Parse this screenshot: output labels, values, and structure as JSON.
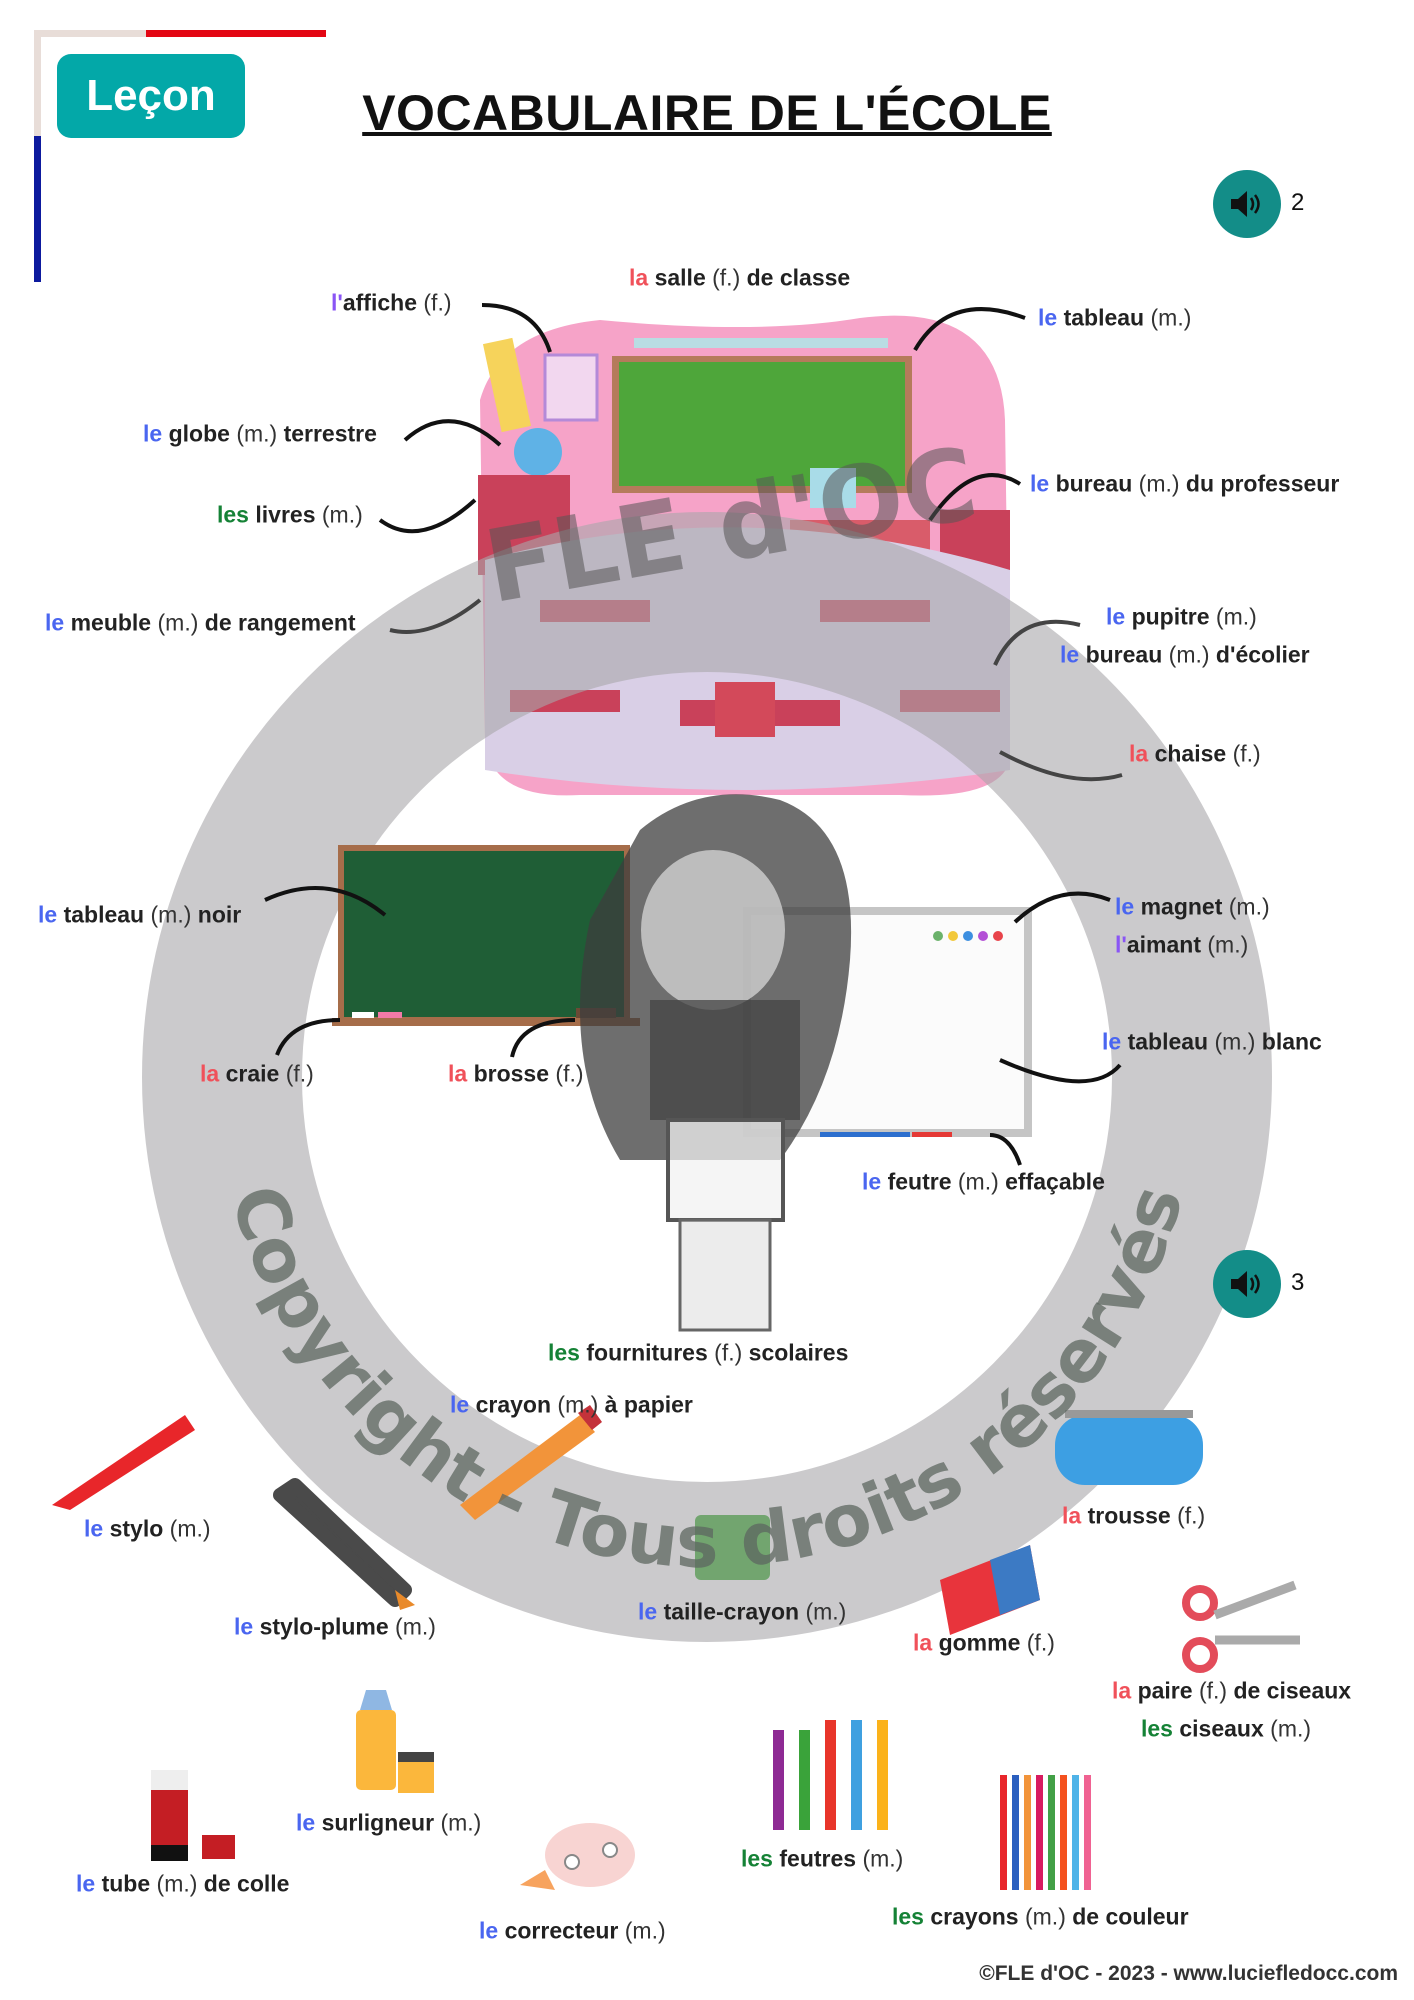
{
  "header": {
    "badge": "Leçon",
    "title": "VOCABULAIRE DE L'ÉCOLE"
  },
  "audio": [
    {
      "icon": "speaker-icon",
      "number": "2"
    },
    {
      "icon": "speaker-icon",
      "number": "3"
    }
  ],
  "colors": {
    "masculine": "#4a66f0",
    "feminine": "#f0515a",
    "plural": "#158236",
    "elision": "#8a55f5",
    "teal": "#03a8a8"
  },
  "labels": [
    {
      "art": "la",
      "c": "red",
      "noun": "salle",
      "gen": "(f.)",
      "rest": "de classe"
    },
    {
      "art": "l'",
      "c": "purple",
      "noun": "affiche",
      "gen": "(f.)",
      "rest": ""
    },
    {
      "art": "le",
      "c": "blue",
      "noun": "tableau",
      "gen": "(m.)",
      "rest": ""
    },
    {
      "art": "le",
      "c": "blue",
      "noun": "globe",
      "gen": "(m.)",
      "rest": "terrestre"
    },
    {
      "art": "le",
      "c": "blue",
      "noun": "bureau",
      "gen": "(m.)",
      "rest": "du professeur"
    },
    {
      "art": "les",
      "c": "green",
      "noun": "livres",
      "gen": "(m.)",
      "rest": ""
    },
    {
      "art": "le",
      "c": "blue",
      "noun": "meuble",
      "gen": "(m.)",
      "rest": "de rangement"
    },
    {
      "art": "le",
      "c": "blue",
      "noun": "pupitre",
      "gen": "(m.)",
      "rest": ""
    },
    {
      "art": "le",
      "c": "blue",
      "noun": "bureau",
      "gen": "(m.)",
      "rest": "d'écolier"
    },
    {
      "art": "la",
      "c": "red",
      "noun": "chaise",
      "gen": "(f.)",
      "rest": ""
    },
    {
      "art": "le",
      "c": "blue",
      "noun": "tableau",
      "gen": "(m.)",
      "rest": "noir"
    },
    {
      "art": "le",
      "c": "blue",
      "noun": "magnet",
      "gen": "(m.)",
      "rest": ""
    },
    {
      "art": "l'",
      "c": "purple",
      "noun": "aimant",
      "gen": "(m.)",
      "rest": ""
    },
    {
      "art": "la",
      "c": "red",
      "noun": "craie",
      "gen": "(f.)",
      "rest": ""
    },
    {
      "art": "la",
      "c": "red",
      "noun": "brosse",
      "gen": "(f.)",
      "rest": ""
    },
    {
      "art": "le",
      "c": "blue",
      "noun": "tableau",
      "gen": "(m.)",
      "rest": "blanc"
    },
    {
      "art": "le",
      "c": "blue",
      "noun": "feutre",
      "gen": "(m.)",
      "rest": "effaçable"
    },
    {
      "art": "les",
      "c": "green",
      "noun": "fournitures",
      "gen": "(f.)",
      "rest": "scolaires"
    },
    {
      "art": "le",
      "c": "blue",
      "noun": "stylo",
      "gen": "(m.)",
      "rest": ""
    },
    {
      "art": "le",
      "c": "blue",
      "noun": "crayon",
      "gen": "(m.)",
      "rest": "à papier"
    },
    {
      "art": "la",
      "c": "red",
      "noun": "trousse",
      "gen": "(f.)",
      "rest": ""
    },
    {
      "art": "le",
      "c": "blue",
      "noun": "stylo-plume",
      "gen": "(m.)",
      "rest": ""
    },
    {
      "art": "le",
      "c": "blue",
      "noun": "taille-crayon",
      "gen": "(m.)",
      "rest": ""
    },
    {
      "art": "la",
      "c": "red",
      "noun": "gomme",
      "gen": "(f.)",
      "rest": ""
    },
    {
      "art": "la",
      "c": "red",
      "noun": "paire",
      "gen": "(f.)",
      "rest": "de ciseaux"
    },
    {
      "art": "les",
      "c": "green",
      "noun": "ciseaux",
      "gen": "(m.)",
      "rest": ""
    },
    {
      "art": "le",
      "c": "blue",
      "noun": "surligneur",
      "gen": "(m.)",
      "rest": ""
    },
    {
      "art": "le",
      "c": "blue",
      "noun": "tube",
      "gen": "(m.)",
      "rest": "de colle"
    },
    {
      "art": "les",
      "c": "green",
      "noun": "feutres",
      "gen": "(m.)",
      "rest": ""
    },
    {
      "art": "le",
      "c": "blue",
      "noun": "correcteur",
      "gen": "(m.)",
      "rest": ""
    },
    {
      "art": "les",
      "c": "green",
      "noun": "crayons",
      "gen": "(m.)",
      "rest": "de couleur"
    }
  ],
  "watermark": {
    "logo": "FLE d'OC",
    "arc": "Copyright - Tous droits réservés"
  },
  "footer": {
    "copyright": "©FLE d'OC - 2023 - www.luciefledocc.com"
  }
}
